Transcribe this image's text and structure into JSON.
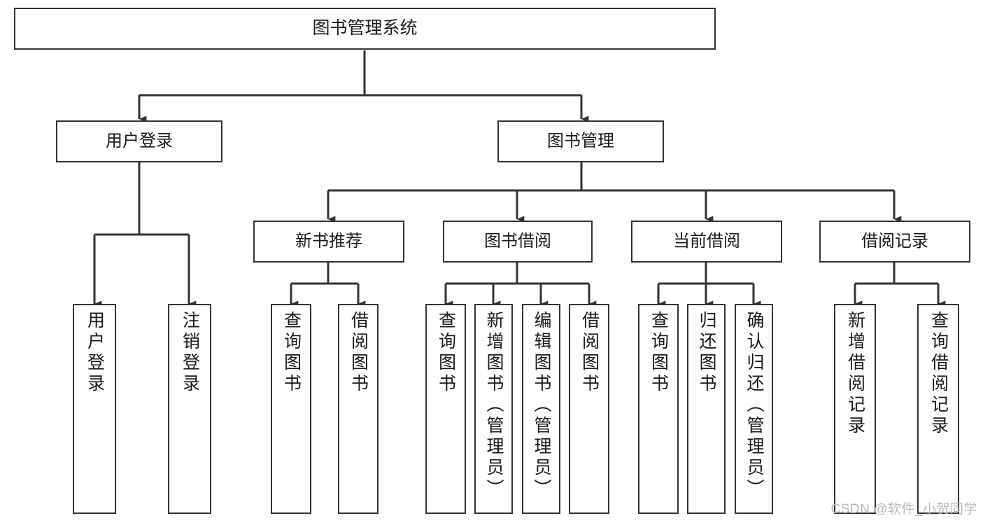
{
  "diagram": {
    "title": "图书管理系统",
    "type": "tree-hierarchy-chart",
    "colors": {
      "box_border": "#333333",
      "box_fill": "#ffffff",
      "edge": "#333333",
      "text": "#1a1a1a",
      "watermark": "#b9b9b9",
      "background": "#ffffff"
    },
    "root": {
      "label": "图书管理系统"
    },
    "level1": [
      {
        "label": "用户登录"
      },
      {
        "label": "图书管理"
      }
    ],
    "level2": [
      {
        "label": "新书推荐"
      },
      {
        "label": "图书借阅"
      },
      {
        "label": "当前借阅"
      },
      {
        "label": "借阅记录"
      }
    ],
    "leaves": {
      "user_login": [
        {
          "label": "用户登录"
        },
        {
          "label": "注销登录"
        }
      ],
      "new_book_recommend": [
        {
          "label": "查询图书"
        },
        {
          "label": "借阅图书"
        }
      ],
      "book_borrow": [
        {
          "label": "查询图书"
        },
        {
          "label": "新增图书（管理员）"
        },
        {
          "label": "编辑图书（管理员）"
        },
        {
          "label": "借阅图书"
        }
      ],
      "current_borrow": [
        {
          "label": "查询图书"
        },
        {
          "label": "归还图书"
        },
        {
          "label": "确认归还（管理员）"
        }
      ],
      "borrow_record": [
        {
          "label": "新增借阅记录"
        },
        {
          "label": "查询借阅记录"
        }
      ]
    }
  },
  "watermark": {
    "text": "CSDN @软件_小贺同学"
  }
}
